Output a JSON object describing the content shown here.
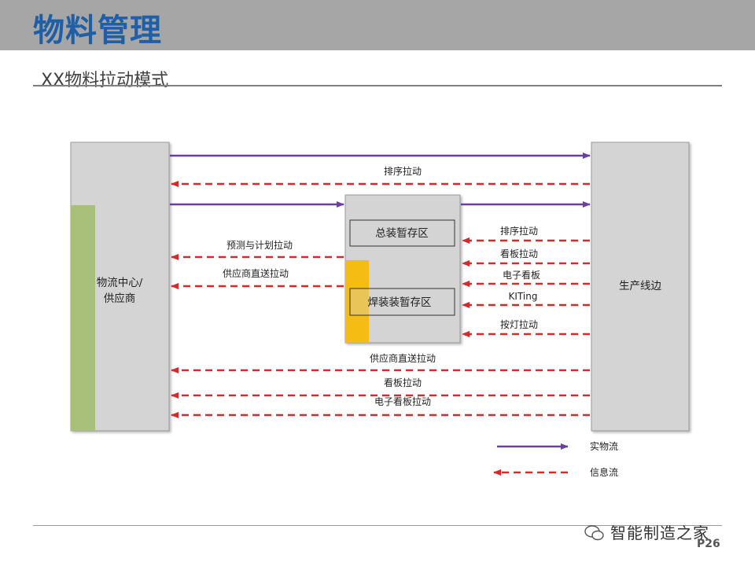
{
  "header": {
    "title": "物料管理"
  },
  "subtitle": "XX物料拉动模式",
  "left_box": {
    "line1": "物流中心/",
    "line2": "供应商"
  },
  "right_box": {
    "label": "生产线边"
  },
  "center_box": {
    "upper_zone": "总装暂存区",
    "lower_zone": "焊装装暂存区"
  },
  "flows": {
    "top_info": "排序拉动",
    "left_info_1": "预测与计划拉动",
    "left_info_2": "供应商直送拉动",
    "right_info_1": "排序拉动",
    "right_info_2": "看板拉动",
    "right_info_3": "电子看板",
    "right_info_4": "KITing",
    "right_info_5": "按灯拉动",
    "bottom_info_1": "供应商直送拉动",
    "bottom_info_2": "看板拉动",
    "bottom_info_3": "电子看板拉动"
  },
  "legend": {
    "material_flow": "实物流",
    "info_flow": "信息流"
  },
  "colors": {
    "material_flow": "#6b3fa0",
    "info_flow": "#d42a2a",
    "left_accent": "#a9c07a",
    "center_accent": "#f5bd14",
    "box_fill": "#d4d4d4",
    "header_bg": "#a6a6a6",
    "title_color": "#1f5fa8"
  },
  "footer": {
    "watermark": "智能制造之家",
    "page": "P26"
  }
}
